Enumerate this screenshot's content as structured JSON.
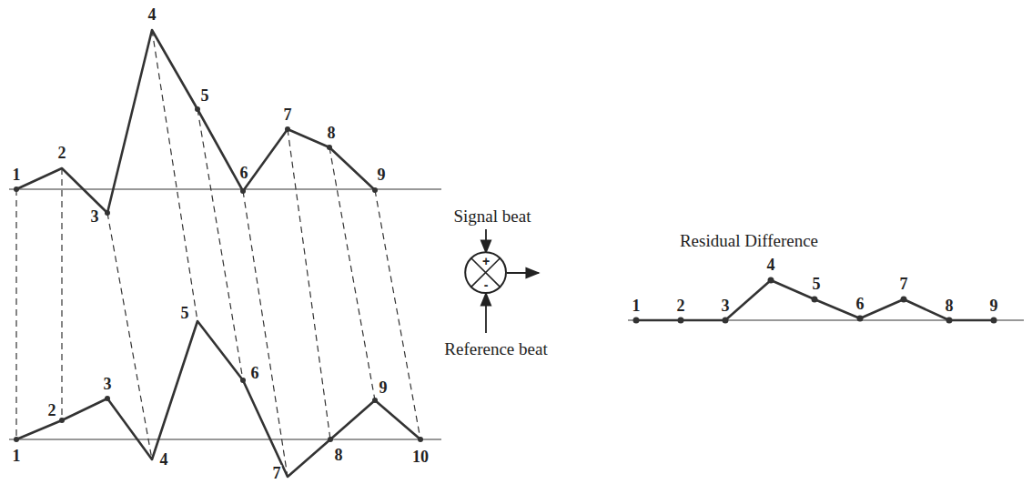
{
  "diagram": {
    "nodes": [
      {
        "text": [
          "+",
          "-"
        ]
      }
    ],
    "labels": [
      "1",
      "2",
      "3",
      "4",
      "5",
      "6",
      "7",
      "8",
      "9",
      "1",
      "2",
      "3",
      "4",
      "5",
      "6",
      "7",
      "8",
      "9",
      "10",
      "Signal beat",
      "Reference beat",
      "Residual Difference",
      "1",
      "2",
      "3",
      "4",
      "5",
      "6",
      "7",
      "8",
      "9"
    ]
  }
}
